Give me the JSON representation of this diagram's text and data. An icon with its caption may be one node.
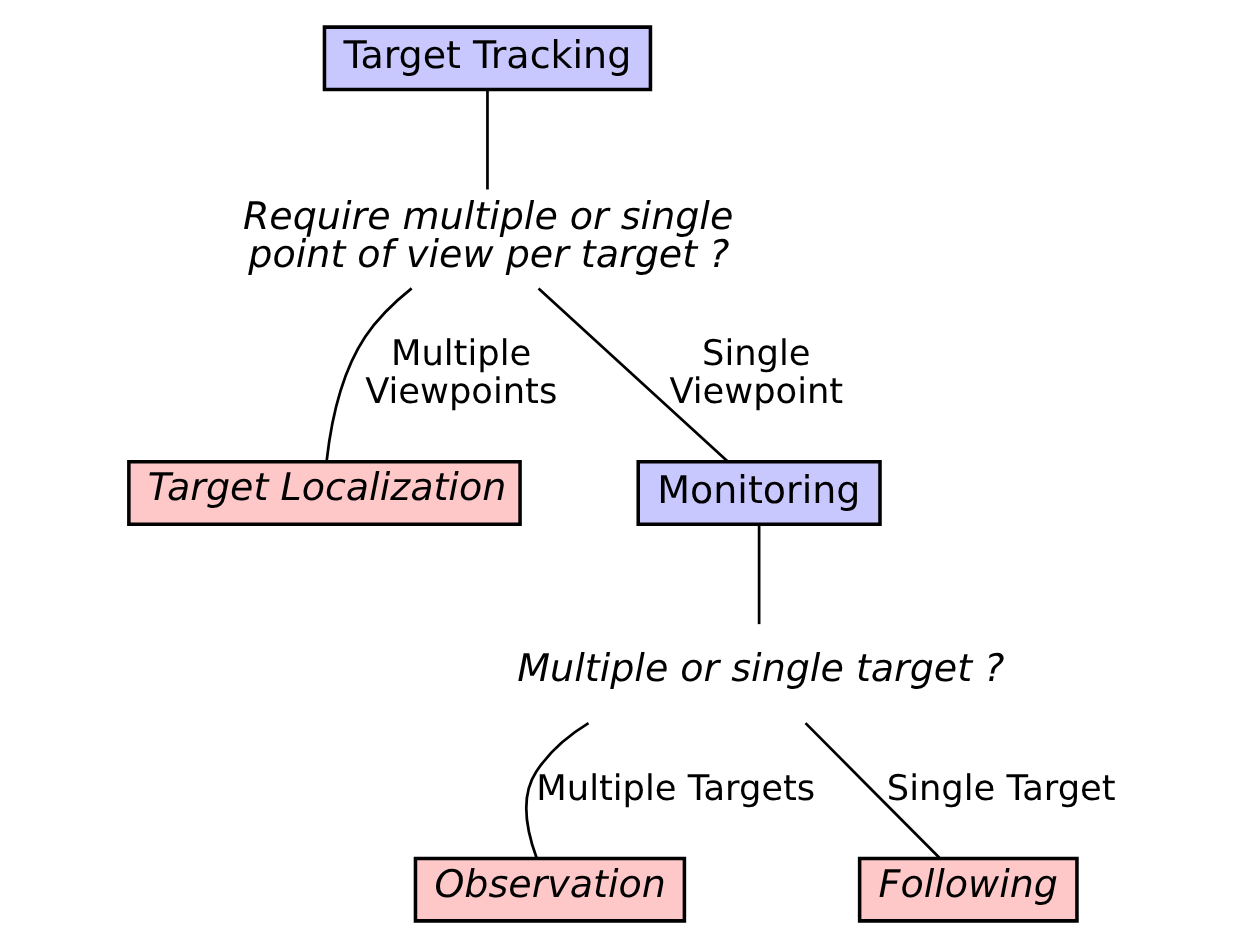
{
  "diagram": {
    "nodes": [
      {
        "text": [
          "Target Tracking"
        ]
      },
      {
        "text": [
          "Require multiple or single point of view per target ?"
        ]
      },
      {
        "text": [
          "Target Localization"
        ]
      },
      {
        "text": [
          "Monitoring"
        ]
      },
      {
        "text": [
          "Multiple or single target ?"
        ]
      },
      {
        "text": [
          "Observation"
        ]
      },
      {
        "text": [
          "Following"
        ]
      }
    ],
    "edges": [
      {
        "from": 0,
        "to": 1,
        "arrow": "none"
      },
      {
        "from": 1,
        "to": 2,
        "arrow": "none",
        "label": "Multiple Viewpoints"
      },
      {
        "from": 1,
        "to": 3,
        "arrow": "none",
        "label": "Single Viewpoint"
      },
      {
        "from": 3,
        "to": 4,
        "arrow": "none"
      },
      {
        "from": 4,
        "to": 5,
        "arrow": "none",
        "label": "Multiple Targets"
      },
      {
        "from": 4,
        "to": 6,
        "arrow": "none",
        "label": "Single Target"
      }
    ]
  }
}
